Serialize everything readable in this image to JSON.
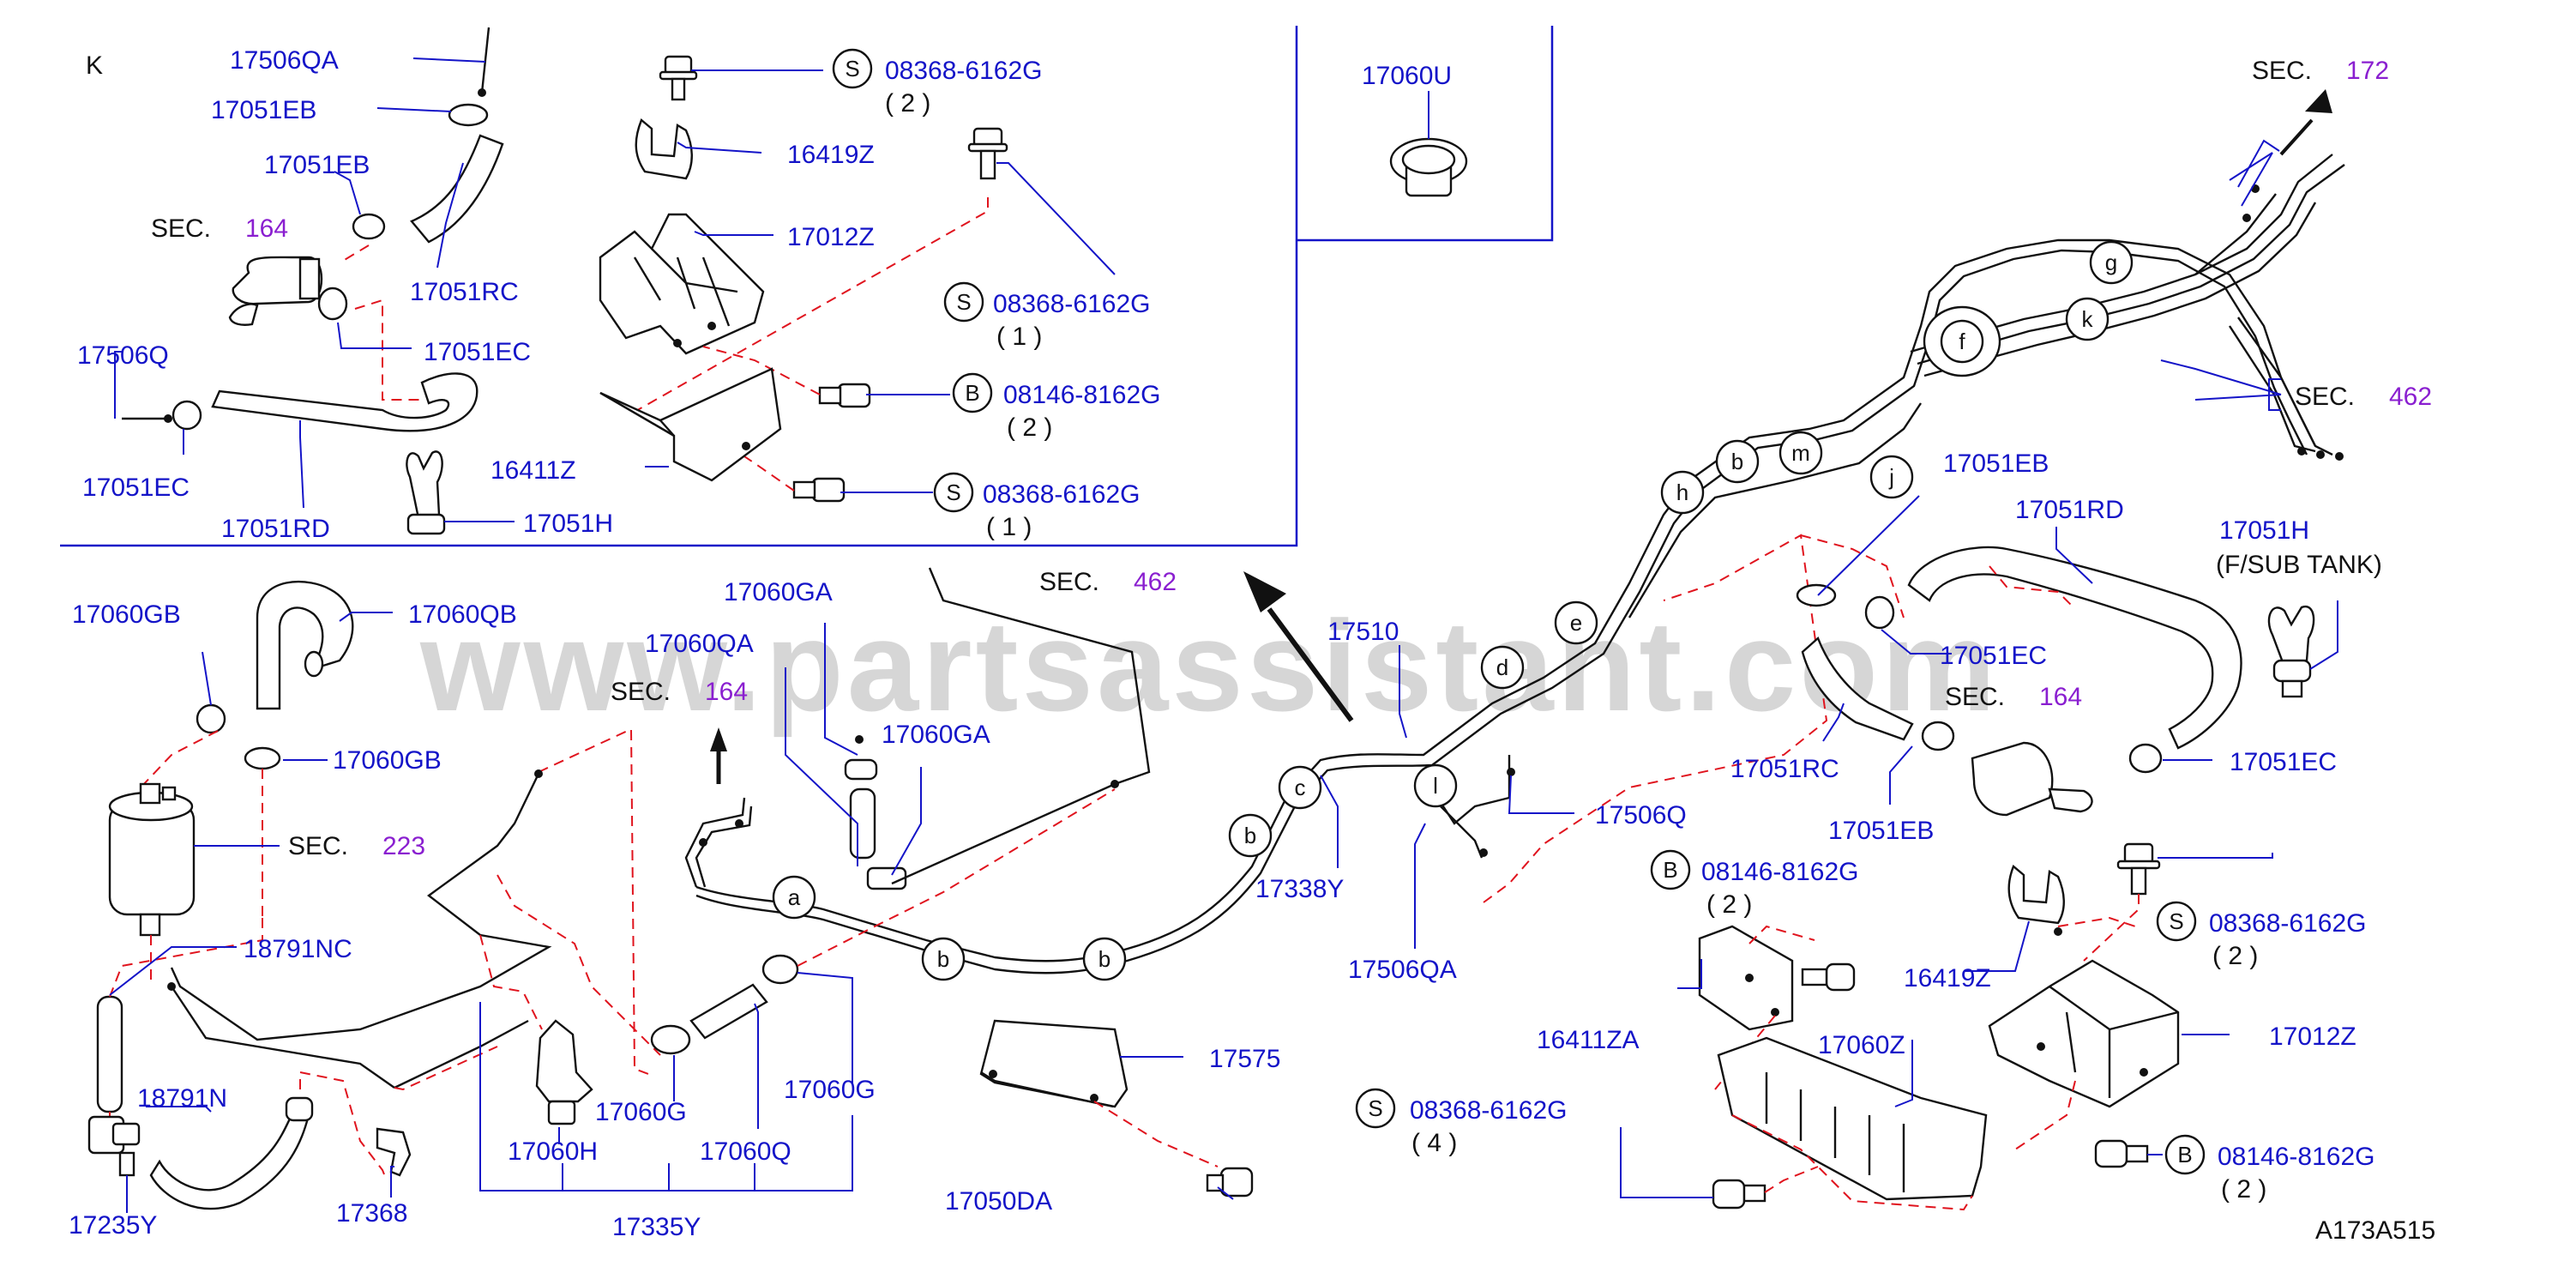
{
  "inset_label": "K",
  "drawing_code": "A173A515",
  "watermark": "www.partsassistant.com",
  "sec_word": "SEC.",
  "labels": {
    "l1": "17506QA",
    "l2": "17051EB",
    "l3": "17051EB",
    "l4": "17051RC",
    "l5": "17051EC",
    "l6": "17506Q",
    "l7": "17051EC",
    "l8": "17051RD",
    "l9": "17051H",
    "l10": "16411Z",
    "l11": "16419Z",
    "l12": "17012Z",
    "l13": "08368-6162G",
    "l14": "( 2 )",
    "l15": "08368-6162G",
    "l16": "( 1 )",
    "l17": "08146-8162G",
    "l18": "( 2 )",
    "l19": "08368-6162G",
    "l20": "( 1 )",
    "l21": "17060U",
    "l22": "17060GB",
    "l23": "17060QB",
    "l24": "17060GB",
    "l25": "18791NC",
    "l26": "18791N",
    "l27": "17235Y",
    "l28": "17368",
    "l29": "17060GA",
    "l30": "17060QA",
    "l31": "17060GA",
    "l32": "17060H",
    "l33": "17060G",
    "l34": "17060Q",
    "l35": "17060G",
    "l36": "17335Y",
    "l37": "17510",
    "l38": "17338Y",
    "l39": "17506QA",
    "l40": "17506Q",
    "l41": "17575",
    "l42": "17050DA",
    "l43": "17051EB",
    "l44": "17051RD",
    "l45": "17051EC",
    "l46": "17051RC",
    "l47": "17051EB",
    "l48": "17051EC",
    "l49": "17051H",
    "l50": "(F/SUB  TANK)",
    "l51": "08146-8162G",
    "l52": "( 2 )",
    "l53": "08368-6162G",
    "l54": "( 2 )",
    "l55": "16419Z",
    "l56": "16411ZA",
    "l57": "17060Z",
    "l58": "17012Z",
    "l59": "08368-6162G",
    "l60": "( 4 )",
    "l61": "08146-8162G",
    "l62": "( 2 )"
  },
  "sections": {
    "s1": "164",
    "s2": "172",
    "s3": "462",
    "s4": "462",
    "s5": "164",
    "s6": "223",
    "s7": "164"
  },
  "markers": {
    "m1": "S",
    "m2": "S",
    "m3": "B",
    "m4": "S",
    "m5": "B",
    "m6": "S",
    "m7": "S",
    "m8": "B"
  },
  "pipe_letters": {
    "a": "a",
    "b1": "b",
    "b2": "b",
    "b3": "b",
    "b4": "b",
    "c": "c",
    "d": "d",
    "e": "e",
    "f": "f",
    "g": "g",
    "h": "h",
    "j": "j",
    "k": "k",
    "l": "l",
    "m": "m"
  }
}
